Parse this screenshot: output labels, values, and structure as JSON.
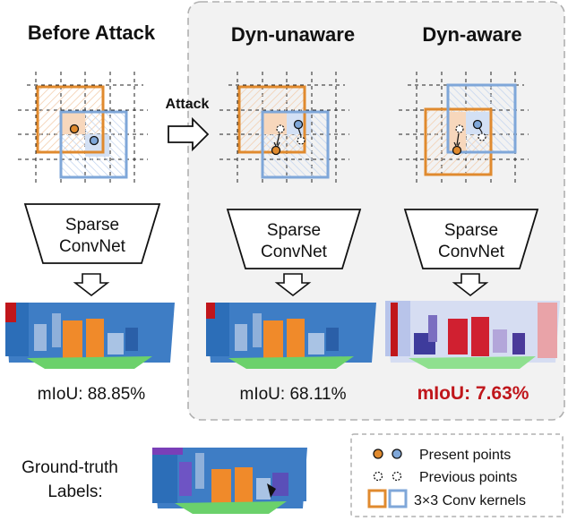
{
  "columns": {
    "before": {
      "title": "Before Attack",
      "miou": "mIoU: 88.85%"
    },
    "unaware": {
      "title": "Dyn-unaware",
      "miou": "mIoU: 68.11%"
    },
    "aware": {
      "title": "Dyn-aware",
      "miou": "mIoU: 7.63%"
    }
  },
  "attack_label": "Attack",
  "network": {
    "line1": "Sparse",
    "line2": "ConvNet"
  },
  "ground_truth": {
    "line1": "Ground-truth",
    "line2": "Labels:"
  },
  "legend": {
    "present": "Present points",
    "previous": "Previous points",
    "kernels": "3×3 Conv kernels"
  },
  "colors": {
    "orange": "#E08A2E",
    "blue": "#7FA7D9",
    "highlight_red": "#C0161B",
    "dashed_border": "#B0B0B0"
  }
}
